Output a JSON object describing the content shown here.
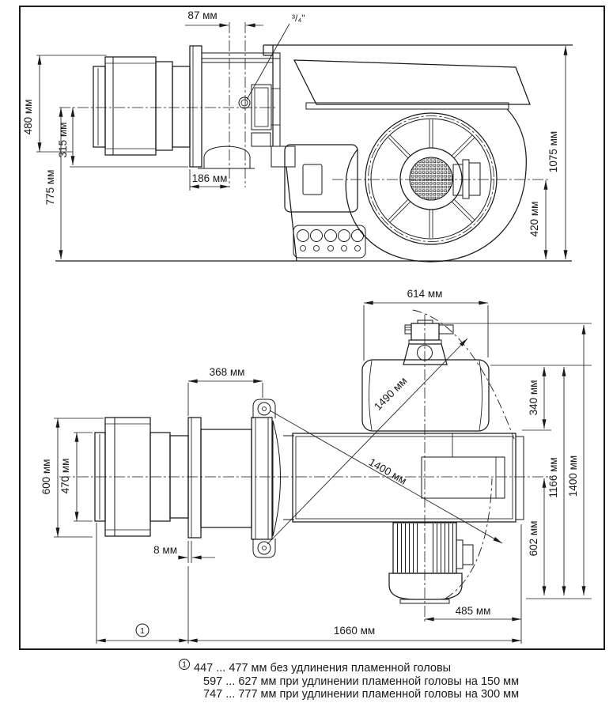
{
  "colors": {
    "ink": "#1a1a1a",
    "paper": "#ffffff"
  },
  "side_view": {
    "dims": {
      "flange_offset": "87 мм",
      "gas_connection": "³/₄\"",
      "head_diameter": "480 мм",
      "head_lower": "315 мм",
      "axis_height": "775 мм",
      "head_insert": "186 мм",
      "total_height": "1075 мм",
      "axis_to_base": "420 мм"
    }
  },
  "plan_view": {
    "dims": {
      "hood_width": "614 мм",
      "flange_to_hinge": "368 мм",
      "head_width": "600 мм",
      "tube_width": "470 мм",
      "flange_gap": "8 мм",
      "swing_radius_head": "1490 мм",
      "swing_radius_rear": "1400 мм",
      "hood_depth": "340 мм",
      "width_1166": "1166 мм",
      "width_1400": "1400 мм",
      "motor_offset": "602 мм",
      "motor_center": "485 мм",
      "total_length": "1660 мм",
      "head_length_marker": "1"
    }
  },
  "footnote": {
    "marker": "1",
    "lines": [
      "447 ... 477 мм без удлинения пламенной головы",
      "597 ... 627 мм при удлинении пламенной головы на 150 мм",
      "747 ... 777 мм при удлинении пламенной головы на 300 мм"
    ]
  }
}
